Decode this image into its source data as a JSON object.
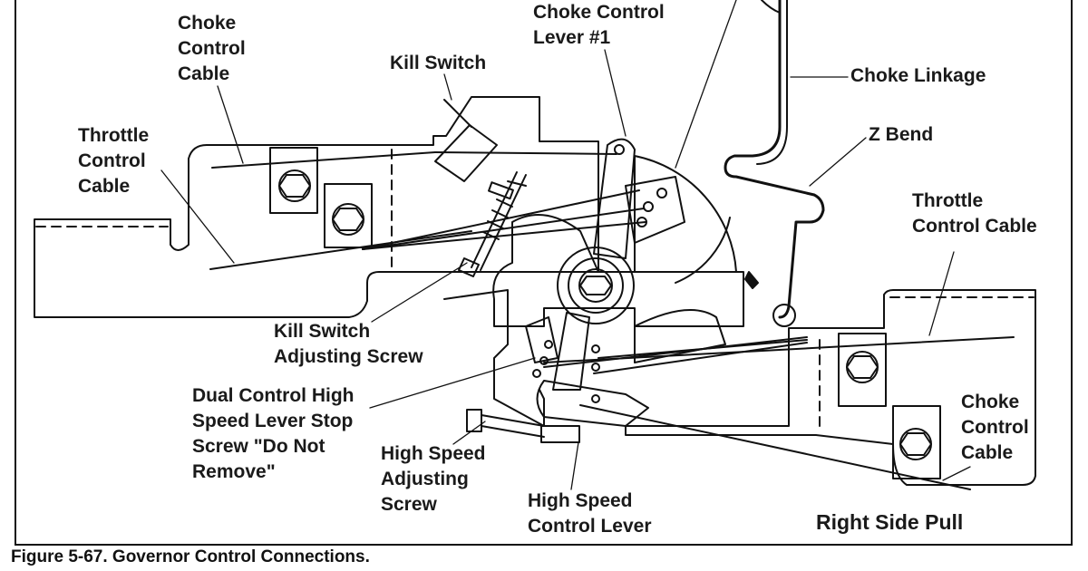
{
  "labels": {
    "choke_control_cable_left": "Choke\nControl\nCable",
    "kill_switch": "Kill Switch",
    "choke_control_lever": "Choke Control\nLever #1",
    "choke_linkage": "Choke Linkage",
    "throttle_control_cable_left": "Throttle\nControl\nCable",
    "z_bend": "Z Bend",
    "throttle_control_cable_right": "Throttle\nControl Cable",
    "kill_switch_adjusting_screw": "Kill Switch\nAdjusting Screw",
    "dual_control_stop_screw": "Dual Control High\nSpeed Lever Stop\nScrew \"Do Not\nRemove\"",
    "high_speed_adjusting_screw": "High Speed\nAdjusting\nScrew",
    "high_speed_control_lever": "High Speed\nControl Lever",
    "choke_control_cable_right": "Choke\nControl\nCable",
    "view": "Right Side Pull"
  },
  "caption": "Figure 5-67. Governor Control Connections."
}
